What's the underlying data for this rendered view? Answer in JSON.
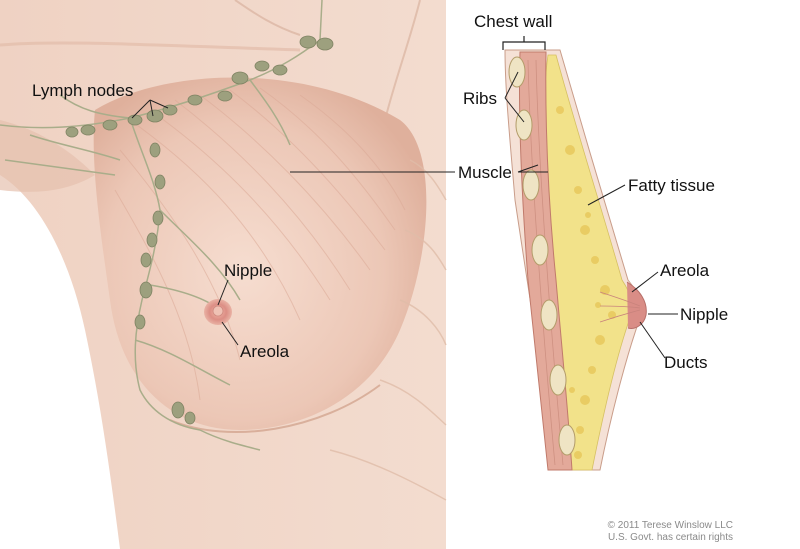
{
  "labels": {
    "lymph_nodes": "Lymph nodes",
    "nipple_left": "Nipple",
    "areola_left": "Areola",
    "chest_wall": "Chest wall",
    "ribs": "Ribs",
    "muscle": "Muscle",
    "fatty_tissue": "Fatty tissue",
    "areola_right": "Areola",
    "nipple_right": "Nipple",
    "ducts": "Ducts"
  },
  "credit": {
    "line1": "© 2011 Terese Winslow LLC",
    "line2": "U.S. Govt. has certain rights"
  },
  "colors": {
    "skin": "#f1d5c6",
    "skin_shadow": "#e2b7a3",
    "muscle": "#e3a99a",
    "lymph_node": "#9da07e",
    "fat": "#f2e28a",
    "areola": "#d98d86"
  }
}
